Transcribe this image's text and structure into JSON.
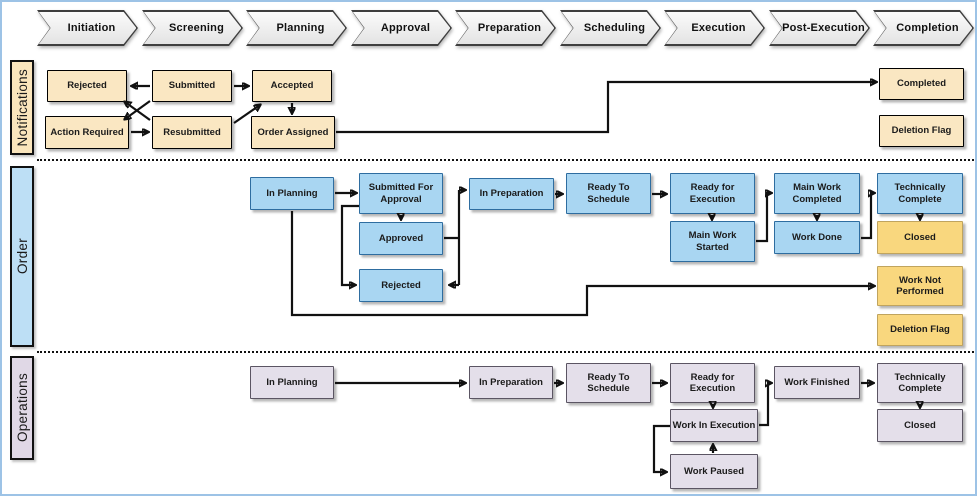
{
  "phases": [
    "Initiation",
    "Screening",
    "Planning",
    "Approval",
    "Preparation",
    "Scheduling",
    "Execution",
    "Post-Execution",
    "Completion"
  ],
  "lane_labels": {
    "notifications": "Notifications",
    "order": "Order",
    "operations": "Operations"
  },
  "notifications": {
    "rejected": "Rejected",
    "submitted": "Submitted",
    "accepted": "Accepted",
    "action_required": "Action Required",
    "resubmitted": "Resubmitted",
    "order_assigned": "Order Assigned",
    "completed": "Completed",
    "deletion_flag": "Deletion Flag"
  },
  "order": {
    "in_planning": "In Planning",
    "submitted_for_approval": "Submitted For Approval",
    "approved": "Approved",
    "rejected": "Rejected",
    "in_preparation": "In Preparation",
    "ready_to_schedule": "Ready To Schedule",
    "ready_for_execution": "Ready for Execution",
    "main_work_started": "Main Work Started",
    "main_work_completed": "Main Work Completed",
    "work_done": "Work Done",
    "technically_complete": "Technically Complete",
    "closed": "Closed",
    "work_not_performed": "Work Not Performed",
    "deletion_flag": "Deletion Flag"
  },
  "operations": {
    "in_planning": "In Planning",
    "in_preparation": "In Preparation",
    "ready_to_schedule": "Ready To Schedule",
    "ready_for_execution": "Ready for Execution",
    "work_in_execution": "Work In Execution",
    "work_paused": "Work Paused",
    "work_finished": "Work Finished",
    "technically_complete": "Technically Complete",
    "closed": "Closed"
  },
  "edges": {
    "notifications": [
      {
        "from": "Submitted",
        "to": "Rejected"
      },
      {
        "from": "Submitted",
        "to": "Accepted"
      },
      {
        "from": "Submitted",
        "to": "Action Required"
      },
      {
        "from": "Resubmitted",
        "to": "Rejected"
      },
      {
        "from": "Action Required",
        "to": "Resubmitted"
      },
      {
        "from": "Resubmitted",
        "to": "Accepted"
      },
      {
        "from": "Accepted",
        "to": "Order Assigned"
      },
      {
        "from": "Order Assigned",
        "to": "Completed"
      }
    ],
    "order": [
      {
        "from": "In Planning",
        "to": "Submitted For Approval"
      },
      {
        "from": "Submitted For Approval",
        "to": "Approved"
      },
      {
        "from": "Submitted For Approval",
        "to": "Rejected"
      },
      {
        "from": "Approved",
        "to": "In Preparation"
      },
      {
        "from": "In Preparation",
        "to": "Rejected"
      },
      {
        "from": "In Preparation",
        "to": "Ready To Schedule"
      },
      {
        "from": "Ready To Schedule",
        "to": "Ready for Execution"
      },
      {
        "from": "Ready for Execution",
        "to": "Main Work Started"
      },
      {
        "from": "Main Work Started",
        "to": "Main Work Completed"
      },
      {
        "from": "Main Work Completed",
        "to": "Work Done"
      },
      {
        "from": "Work Done",
        "to": "Technically Complete"
      },
      {
        "from": "Technically Complete",
        "to": "Closed"
      },
      {
        "from": "In Planning",
        "to": "Work Not Performed"
      }
    ],
    "operations": [
      {
        "from": "In Planning",
        "to": "In Preparation"
      },
      {
        "from": "In Preparation",
        "to": "Ready To Schedule"
      },
      {
        "from": "Ready To Schedule",
        "to": "Ready for Execution"
      },
      {
        "from": "Ready for Execution",
        "to": "Work In Execution"
      },
      {
        "from": "Work In Execution",
        "to": "Work Paused"
      },
      {
        "from": "Work Paused",
        "to": "Work In Execution"
      },
      {
        "from": "Work In Execution",
        "to": "Work Finished"
      },
      {
        "from": "Work Finished",
        "to": "Technically Complete"
      },
      {
        "from": "Technically Complete",
        "to": "Closed"
      }
    ]
  },
  "colors": {
    "canvas_border": "#9DC3E6",
    "notification_box": "#FAE7C2",
    "order_box": "#A9D6F2",
    "final_state_box": "#F9D77E",
    "operations_box": "#E4DFEA",
    "chevron_fill": "#EDEDED",
    "arrow": "#111111"
  }
}
